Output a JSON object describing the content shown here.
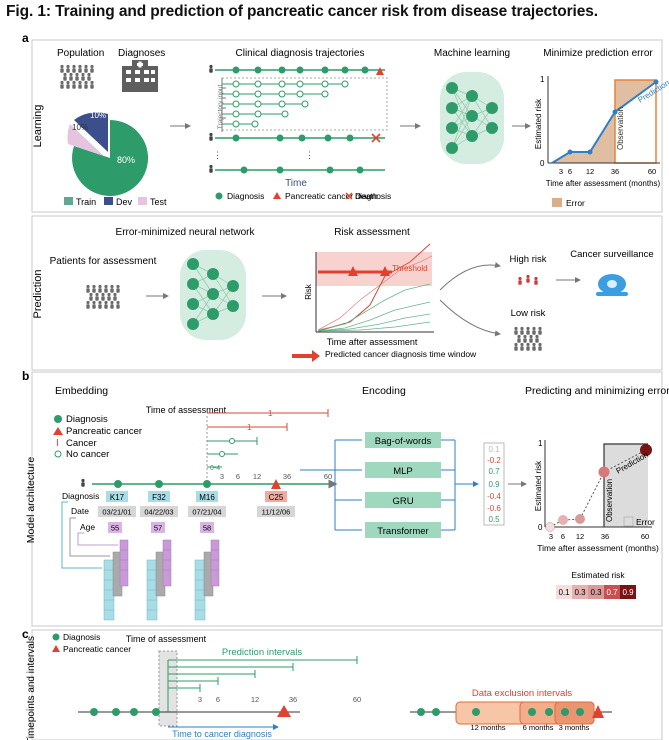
{
  "title": "Fig. 1: Training and prediction of pancreatic cancer risk from disease trajectories.",
  "panel_labels": {
    "a": "a",
    "b": "b",
    "c": "c"
  },
  "colors": {
    "green": "#2e9b6a",
    "red": "#e2412f",
    "navy": "#3a4f8b",
    "pink": "#e4c4de",
    "teal": "#5fa993",
    "orange": "#e8823a",
    "blue": "#2f7fc4"
  },
  "learning": {
    "side_label": "Learning",
    "population": "Population",
    "diagnoses": "Diagnoses",
    "pie": {
      "train_pct": "80%",
      "dev_pct": "10%",
      "test_pct": "10%"
    },
    "legend": {
      "train": "Train",
      "dev": "Dev",
      "test": "Test"
    },
    "trajectories_title": "Clinical diagnosis trajectories",
    "trajectory_input": "Trajectory input",
    "time_label": "Time",
    "legend_diagnosis": "Diagnosis",
    "legend_cancer": "Pancreatic cancer diagnosis",
    "legend_death": "Death",
    "ml_title": "Machine learning",
    "min_title": "Minimize prediction error",
    "yaxis": "Estimated risk",
    "y1": "1",
    "y0": "0",
    "xticks": [
      "3",
      "6",
      "12",
      "36",
      "60"
    ],
    "xaxis": "Time after assessment (months)",
    "prediction": "Prediction",
    "observation": "Observation",
    "error": "Error"
  },
  "prediction": {
    "side_label": "Prediction",
    "network_title": "Error-minimized neural network",
    "patients": "Patients for assessment",
    "risk_title": "Risk assessment",
    "risk_axis": "Risk",
    "threshold": "Threshold",
    "time_after": "Time after assessment",
    "predicted_window": "Predicted cancer diagnosis time window",
    "high_risk": "High risk",
    "low_risk": "Low risk",
    "surveillance": "Cancer surveillance"
  },
  "model": {
    "side_label": "Model architecture",
    "embedding": "Embedding",
    "encoding": "Encoding",
    "predicting": "Predicting and minimizing error",
    "legend_diagnosis": "Diagnosis",
    "legend_pancreatic": "Pancreatic cancer",
    "legend_cancer": "Cancer",
    "legend_nocancer": "No cancer",
    "time_of_assessment": "Time of assessment",
    "ticks": [
      "3",
      "6",
      "12",
      "36",
      "60"
    ],
    "one": "1",
    "zero_four": "0-4",
    "diagnosis_label": "Diagnosis",
    "date_label": "Date",
    "age_label": "Age",
    "codes": [
      "K17",
      "F32",
      "M16",
      "C25"
    ],
    "dates": [
      "03/21/01",
      "04/22/03",
      "07/21/04",
      "11/12/06"
    ],
    "ages": [
      "55",
      "57",
      "58"
    ],
    "encoders": [
      "Bag-of-words",
      "MLP",
      "GRU",
      "Transformer"
    ],
    "vector": [
      "0.1",
      "-0.2",
      "0.7",
      "0.9",
      "-0.4",
      "-0.6",
      "0.5"
    ],
    "yaxis": "Estimated risk",
    "y1": "1",
    "y0": "0",
    "xticks": [
      "3",
      "6",
      "12",
      "36",
      "60"
    ],
    "xaxis": "Time after assessment (months)",
    "prediction": "Prediction",
    "observation": "Observation",
    "error": "Error",
    "risk_scale_title": "Estimated risk",
    "risk_scale": [
      "0.1",
      "0.3",
      "0.3",
      "0.7",
      "0.9"
    ]
  },
  "timepoints": {
    "side_label": "Timepoints and intervals",
    "legend_diagnosis": "Diagnosis",
    "legend_pancreatic": "Pancreatic cancer",
    "time_of_assessment": "Time of assessment",
    "prediction_intervals": "Prediction intervals",
    "ticks": [
      "3",
      "6",
      "12",
      "36",
      "60"
    ],
    "time_to_cancer": "Time to cancer diagnosis",
    "data_exclusion": "Data exclusion intervals",
    "exclusion_labels": [
      "12 months",
      "6 months",
      "3 months"
    ]
  }
}
